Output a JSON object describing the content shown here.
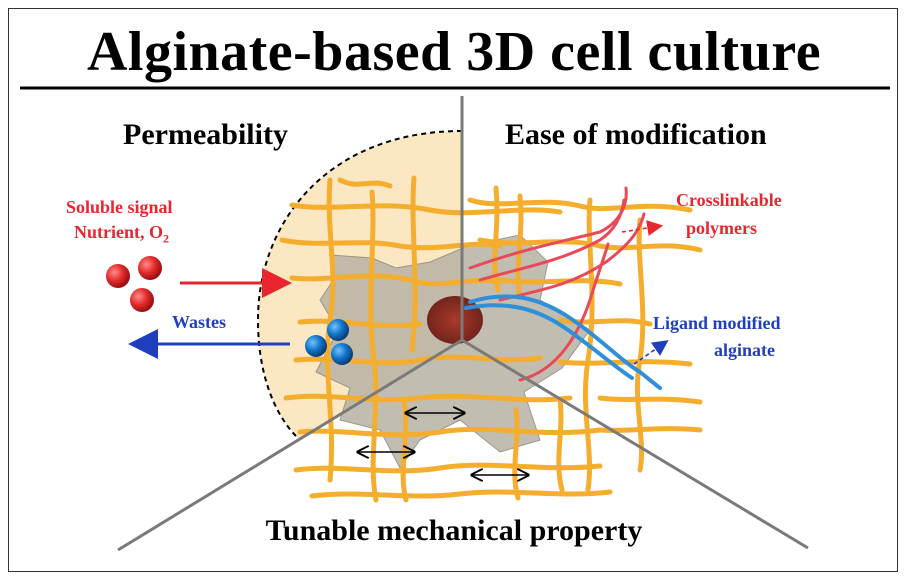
{
  "title": "Alginate-based 3D cell culture",
  "sections": {
    "permeability": "Permeability",
    "modification": "Ease of modification",
    "mechanical": "Tunable mechanical property"
  },
  "labels": {
    "soluble_signal": "Soluble signal",
    "nutrient": "Nutrient, O",
    "nutrient_sub": "2",
    "wastes": "Wastes",
    "crosslinkable_1": "Crosslinkable",
    "crosslinkable_2": "polymers",
    "ligand_1": "Ligand modified",
    "ligand_2": "alginate"
  },
  "colors": {
    "red_text": "#e8262f",
    "blue_text": "#1f3fbf",
    "fiber": "#f5ad2e",
    "halo": "#fbe8c2",
    "cell": "#b8b2a4",
    "nucleus": "#8a2f25",
    "red_polymer": "#e84a5a",
    "blue_polymer": "#2f8fd8"
  }
}
